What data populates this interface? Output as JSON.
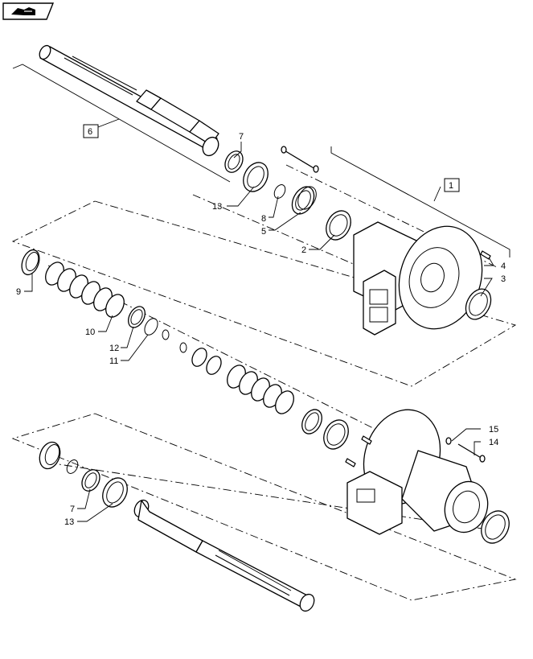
{
  "callouts": {
    "c1": "1",
    "c2": "2",
    "c3": "3",
    "c4": "4",
    "c5": "5",
    "c6": "6",
    "c7a": "7",
    "c7b": "7",
    "c8": "8",
    "c9": "9",
    "c10": "10",
    "c11": "11",
    "c12": "12",
    "c13a": "13",
    "c13b": "13",
    "c14": "14",
    "c15": "15"
  },
  "icons": {
    "corner": "hand-pointer-book-icon"
  },
  "colors": {
    "line": "#000000",
    "background": "#ffffff"
  }
}
